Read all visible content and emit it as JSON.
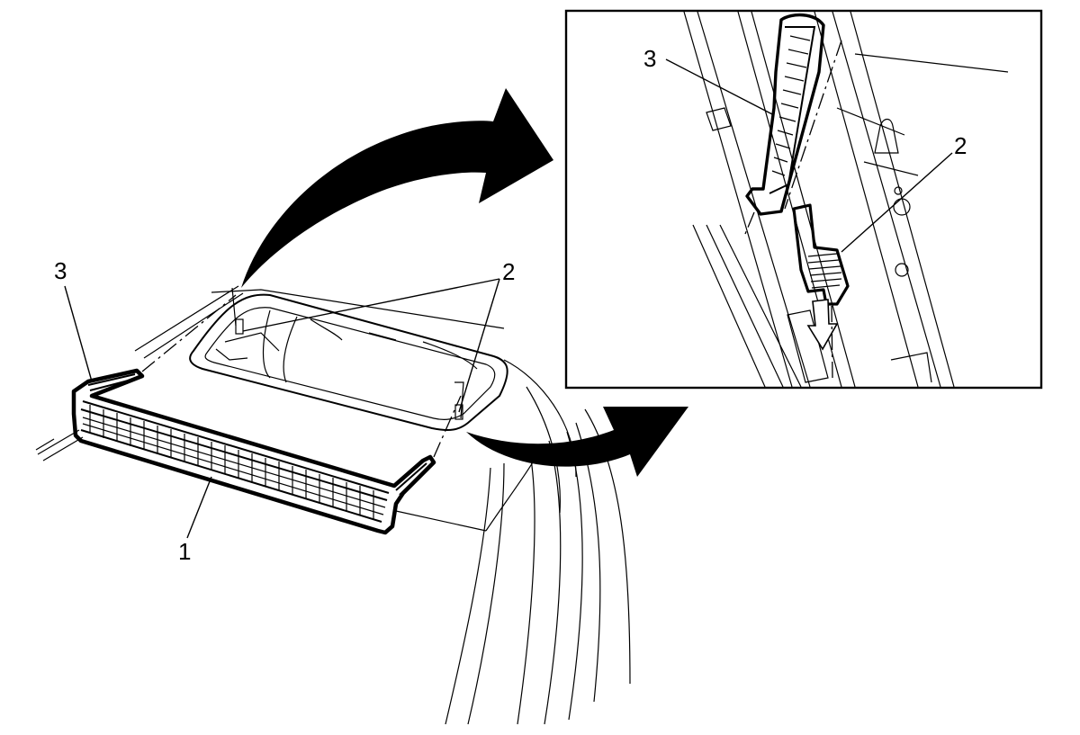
{
  "callouts": {
    "main_label_3": "3",
    "main_label_2": "2",
    "main_label_1": "1",
    "inset_label_3": "3",
    "inset_label_2": "2"
  },
  "colors": {
    "ink": "#000000",
    "paper": "#ffffff"
  },
  "icons": [
    "curved-arrow-icon",
    "curved-arrow-icon"
  ]
}
